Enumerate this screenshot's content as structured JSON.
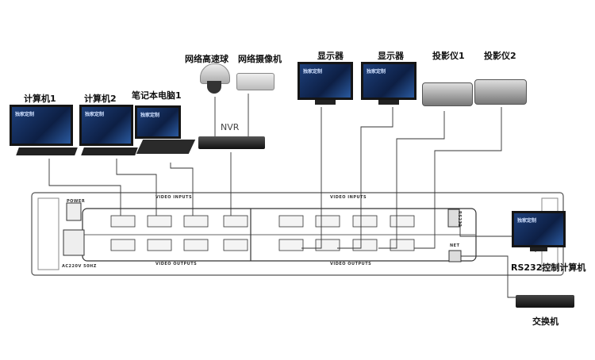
{
  "sources": {
    "pc1": "计算机1",
    "pc2": "计算机2",
    "laptop1": "笔记本电脑1",
    "speed_dome": "网络高速球",
    "ip_camera": "网络摄像机",
    "nvr": "NVR"
  },
  "outputs": {
    "display1": "显示器",
    "display2": "显示器",
    "projector1": "投影仪1",
    "projector2": "投影仪2"
  },
  "screen_text": "独家定制",
  "matrix": {
    "power": "POWER",
    "video_inputs": "VIDEO INPUTS",
    "video_outputs": "VIDEO OUTPUTS",
    "ac": "AC220V 50HZ",
    "net": "NET",
    "rs232": "RS232"
  },
  "control_pc": "RS232控制计算机",
  "switch": "交换机"
}
